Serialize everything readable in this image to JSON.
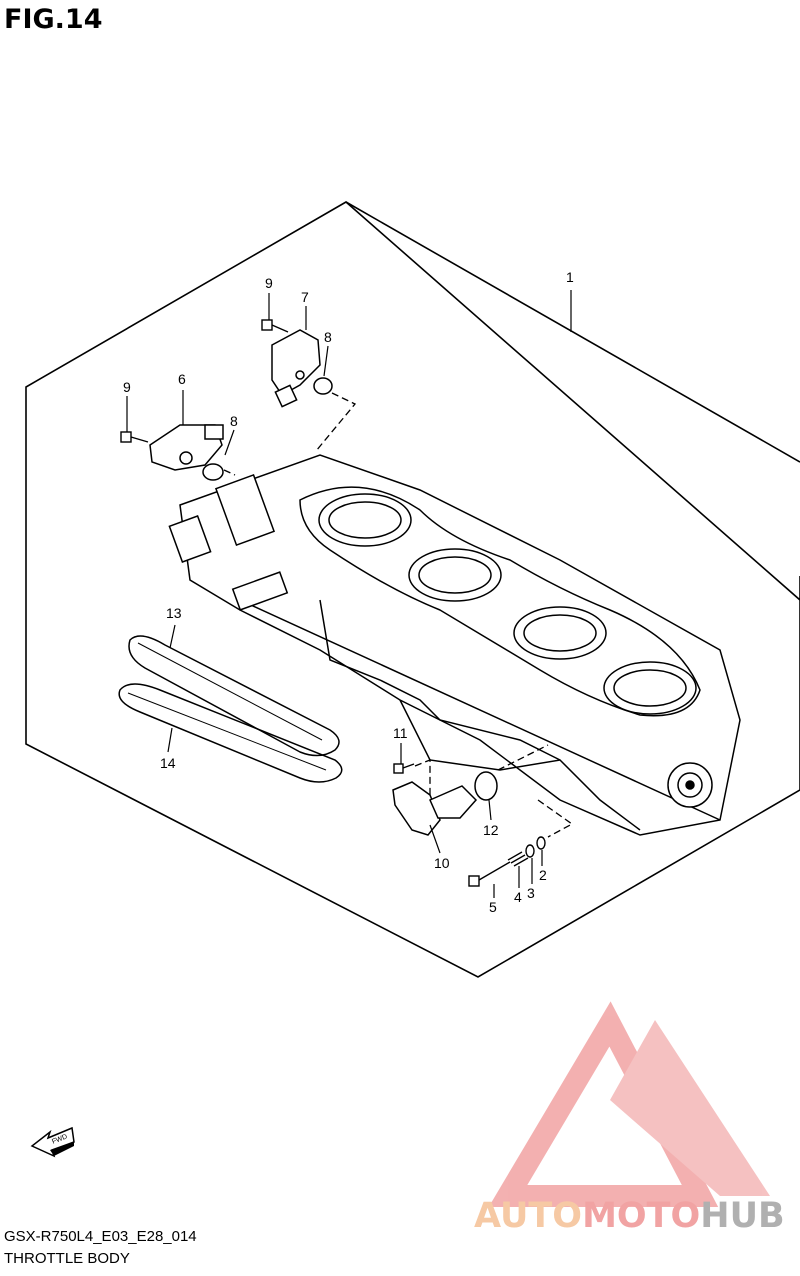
{
  "figure": {
    "title": "FIG.14"
  },
  "callouts": [
    {
      "id": "c1",
      "label": "1"
    },
    {
      "id": "c2",
      "label": "2"
    },
    {
      "id": "c3",
      "label": "3"
    },
    {
      "id": "c4",
      "label": "4"
    },
    {
      "id": "c5",
      "label": "5"
    },
    {
      "id": "c6",
      "label": "6"
    },
    {
      "id": "c7",
      "label": "7"
    },
    {
      "id": "c8a",
      "label": "8"
    },
    {
      "id": "c8b",
      "label": "8"
    },
    {
      "id": "c9a",
      "label": "9"
    },
    {
      "id": "c9b",
      "label": "9"
    },
    {
      "id": "c10",
      "label": "10"
    },
    {
      "id": "c11",
      "label": "11"
    },
    {
      "id": "c12",
      "label": "12"
    },
    {
      "id": "c13",
      "label": "13"
    },
    {
      "id": "c14",
      "label": "14"
    }
  ],
  "fwd_icon": {
    "icon": "fwd-arrow-icon",
    "label": "FWD"
  },
  "footer": {
    "code": "GSX-R750L4_E03_E28_014",
    "name": "THROTTLE BODY"
  },
  "watermark": {
    "icon": "triangle-logo-icon",
    "part1": "AUTO",
    "part2": "MOTO",
    "part3": "HUB",
    "colors": {
      "auto": "#f6c9a4",
      "moto": "#f1a3a3",
      "hub": "#b0b0b0",
      "logo": "#f1a3a3"
    }
  }
}
